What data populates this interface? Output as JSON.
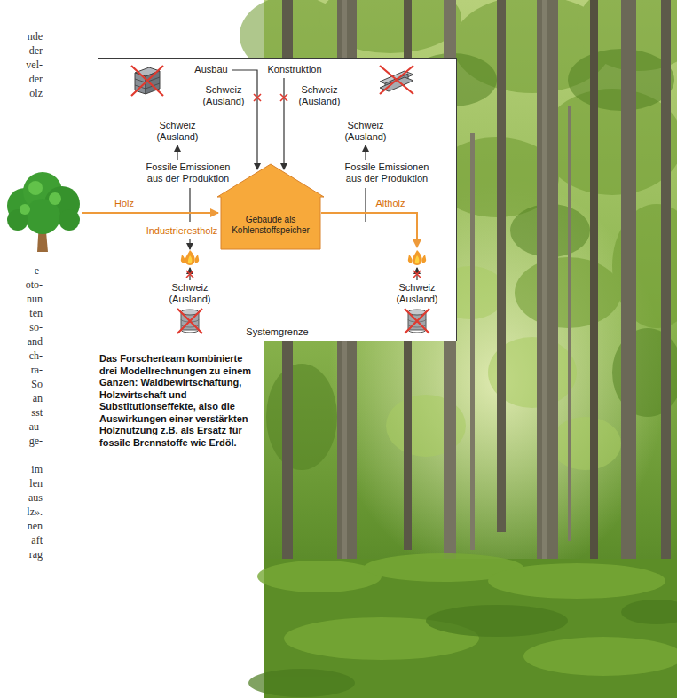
{
  "diagram": {
    "caption": "Das Forscherteam kombinierte drei Modellrechnungen zu einem Ganzen: Waldbewirtschaftung, Holzwirtschaft und Substitutionseffekte, also die Auswirkungen einer verstärkten Holznutzung z.B. als Ersatz für fossile Brennstoffe wie Erdöl.",
    "nodes": [
      {
        "text": [
          "Systemgrenze"
        ]
      },
      {
        "text": [
          "Gebäude als Kohlenstoffspeicher"
        ],
        "in": 0
      }
    ],
    "labels": [
      "Ausbau",
      "Konstruktion",
      "Schweiz (Ausland)",
      "Schweiz (Ausland)",
      "Schweiz (Ausland)",
      "Schweiz (Ausland)",
      "Fossile Emissionen aus der Produktion",
      "Fossile Emissionen aus der Produktion",
      "Holz",
      "Industrierestholz",
      "Altholz",
      "Schweiz (Ausland)",
      "Schweiz (Ausland)",
      "nde",
      "der",
      "vel-",
      "der",
      "olz",
      "e-",
      "oto-",
      "nun",
      "ten",
      "so-",
      "and",
      "ch-",
      "ra-",
      "So",
      "an",
      "sst",
      "au-",
      "ge-",
      "im",
      "len",
      "aus",
      "lz».",
      "nen",
      "aft",
      "rag"
    ]
  }
}
